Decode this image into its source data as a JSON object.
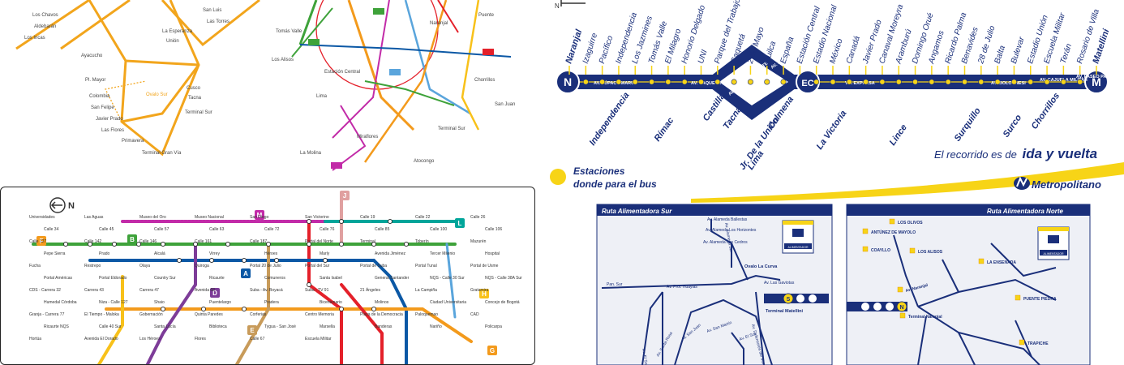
{
  "metro_panel": {
    "north_label": "N",
    "stations_top": [
      "Naranjal",
      "Izaguirre",
      "Pacífico",
      "Independencia",
      "Los Jazmines",
      "Tomás Valle",
      "El Milagro",
      "Honorio Delgado",
      "UNI",
      "Parque del Trabajo",
      "Caquetá",
      "2 de Mayo",
      "Quilca",
      "España",
      "Estación Central",
      "Estadio Nacional",
      "México",
      "Canadá",
      "Javier Prado",
      "Canaval Moreyra",
      "Aramburú",
      "Domingo Orué",
      "Angamos",
      "Ricardo Palma",
      "Benavides",
      "28 de Julio",
      "Balta",
      "Bulevar",
      "Estadio Unión",
      "Escuela Militar",
      "Terán",
      "Rosario de Villa",
      "Matellini"
    ],
    "stations_bottom": [
      "Independencia",
      "Rímac",
      "Castilla",
      "Tacna",
      "Jr. De la Unión",
      "Colmena",
      "Lima",
      "La Victoria",
      "Lince",
      "Surquillo",
      "Surco",
      "Chorrillos"
    ],
    "avenues": [
      "AV. TÚPAC AMARU",
      "AV. CAQUETÁ",
      "AV. ALFONSO UGARTE",
      "AV. ESPAÑA",
      "VÍA EXPRESA",
      "AV. BOLOGNESI",
      "AV. CAJUELA MILITAR",
      "AV. PASEO PARQUE DE LA REPÚBLICA"
    ],
    "terminals": [
      "N",
      "EC",
      "M"
    ],
    "roundtrip_prefix": "El recorrido es de",
    "roundtrip_emph": "ida y vuelta",
    "legend_line1": "Estaciones",
    "legend_line2": "donde para el bus",
    "brand": "Metropolitano",
    "feeder_sur": {
      "title": "Ruta Alimentadora Sur",
      "labels": [
        "Av. Alameda Ballestas",
        "Av. Alameda Los Horizontes",
        "Av. Alameda Los Cedros",
        "Av. Alameda Sur",
        "Pan. Sur",
        "Av. Prol. Huaylas",
        "Av. El Sol",
        "Av. Santa Rosa",
        "Av. San Juan",
        "Av. San Martín",
        "Av. Defensores del Morro",
        "Ovalo La Curva",
        "Av. Las Gaviotas",
        "Terminal Matellini",
        "Av. El Sol"
      ],
      "terminal_badge": "S",
      "sign_text": "ALIMENTADOR"
    },
    "feeder_norte": {
      "title": "Ruta Alimentadora Norte",
      "labels": [
        "LOS OLIVOS",
        "ANTÚNEZ DE MAYOLO",
        "COAYLLO",
        "LOS ALISOS",
        "LA ENSENADA",
        "Av. Naranjal",
        "Terminal Naranjal",
        "PUENTE PIEDRA",
        "TRAPICHE"
      ],
      "terminal_badge": "N",
      "sign_text": "ALIMENTADOR"
    }
  },
  "transmilenio_panel": {
    "north_label": "N",
    "line_letters": [
      "M",
      "J",
      "L",
      "B",
      "A",
      "E",
      "D",
      "H",
      "F",
      "G"
    ],
    "stations_main": [
      "Universidades",
      "Las Aguas",
      "Museo del Oro",
      "Museo Nacional",
      "San Diego",
      "San Victorino",
      "Calle 19",
      "Calle 22",
      "Calle 26",
      "Calle 34",
      "Calle 45",
      "Calle 57",
      "Calle 63",
      "Calle 72",
      "Calle 76",
      "Calle 85",
      "Calle 100",
      "Calle 106",
      "Calle 127",
      "Calle 142",
      "Calle 146",
      "Calle 161",
      "Calle 187",
      "Portal del Norte",
      "Terminal",
      "Toberín",
      "Mazurén",
      "Pepe Sierra",
      "Prado",
      "Alcalá",
      "Virrey",
      "Héroes",
      "Marly",
      "Avenida Jiménez",
      "Tercer Milenio",
      "Hospital",
      "Fucha",
      "Restrepo",
      "Olaya",
      "Quiroga",
      "Portal 20 de Julio",
      "Portal del Sur",
      "Portal de Suba",
      "Portal Tunal",
      "Portal de Usme",
      "Portal Américas",
      "Portal Eldorado",
      "Country Sur",
      "Ricaurte",
      "Comuneros",
      "Santa Isabel",
      "General Santander",
      "NQS - Calle 30 Sur",
      "NQS - Calle 38A Sur",
      "CDS - Carrera 32",
      "Carrera 43",
      "Carrera 47",
      "Avenida 68",
      "Suba - Av. Boyacá",
      "Suba - TV 91",
      "21 Ángeles",
      "La Campiña",
      "Gratamira",
      "Humedal Córdoba",
      "Niza - Calle 127",
      "Shaio",
      "Puentelargo",
      "Pradera",
      "Bicentenario",
      "Molinos",
      "Ciudad Universitaria",
      "Concejo de Bogotá",
      "Granja - Carrera 77",
      "El Tiempo - Maloka",
      "Gobernación",
      "Quinta Paredes",
      "Corferias",
      "Centro Memoria",
      "Plaza de la Democracia",
      "Paloquemao",
      "CAD",
      "Ricaurte NQS",
      "Calle 40 Sur",
      "Santa Lucía",
      "Biblioteca",
      "Tygua - San José",
      "Marsella",
      "Banderas",
      "Nariño",
      "Policarpa",
      "Hortúa",
      "Avenida El Dorado",
      "Los Héroes",
      "Flores",
      "Calle 67",
      "Escuela Militar"
    ]
  },
  "colors": {
    "metro_blue": "#1a2f7a",
    "metro_yellow": "#f7d417",
    "tm_red": "#e4202a",
    "tm_blue": "#0b58a5",
    "tm_purple": "#7d3c98",
    "tm_magenta": "#c22ba8",
    "tm_green": "#3ea23a",
    "tm_orange": "#f39a1c",
    "tm_tan": "#c89b5a",
    "tm_teal": "#00a59a",
    "tm_yellow": "#f8c11a",
    "tm_lightblue": "#5aa5dc"
  },
  "icons": [
    "north-arrow-icon",
    "bus-stop-icon",
    "metropolitano-logo-icon",
    "station-dot-icon"
  ]
}
